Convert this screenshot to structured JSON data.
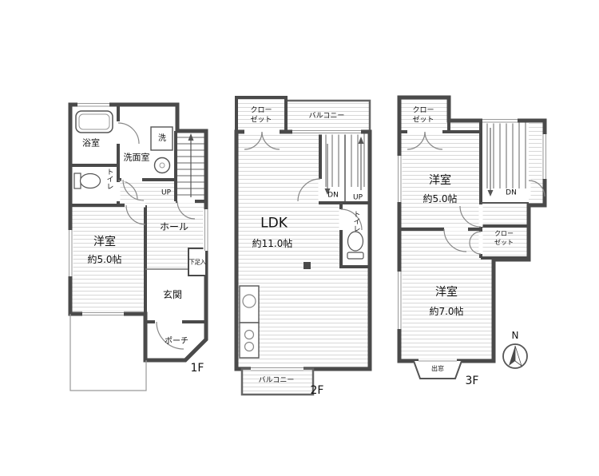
{
  "floor1": {
    "floor_label": "1F",
    "bath": "浴室",
    "washroom": "洗面室",
    "laundry": "洗",
    "toilet": "トイレ",
    "stairs_up": "UP",
    "room_name": "洋室",
    "room_size": "約5.0帖",
    "hall": "ホール",
    "shoe_storage": "下足入",
    "entrance": "玄関",
    "porch": "ポーチ"
  },
  "floor2": {
    "floor_label": "2F",
    "closet_line1": "クロー",
    "closet_line2": "ゼット",
    "balcony_top": "バルコニー",
    "ldk_name": "LDK",
    "ldk_size": "約11.0帖",
    "stairs_down": "DN",
    "stairs_up": "UP",
    "toilet": "トイレ",
    "balcony_bottom": "バルコニー"
  },
  "floor3": {
    "floor_label": "3F",
    "closet1_line1": "クロー",
    "closet1_line2": "ゼット",
    "room5_name": "洋室",
    "room5_size": "約5.0帖",
    "stairs_down": "DN",
    "closet2_line1": "クロー",
    "closet2_line2": "ゼット",
    "room7_name": "洋室",
    "room7_size": "約7.0帖",
    "bay_window": "出窓",
    "compass_north": "N"
  },
  "colors": {
    "wall": "#4a4a4a",
    "hatch_line": "#d8d8d8",
    "background": "#ffffff"
  }
}
